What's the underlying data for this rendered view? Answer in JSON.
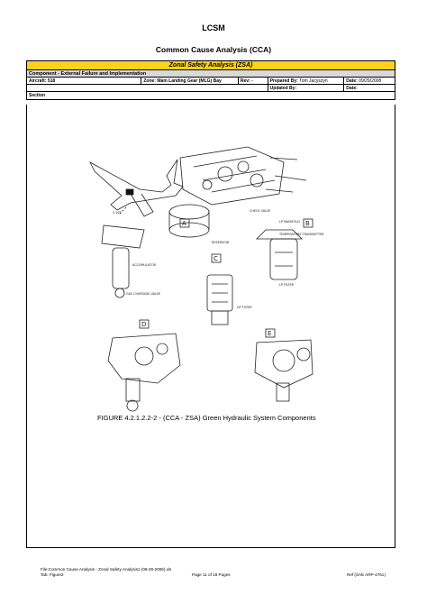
{
  "header": {
    "title": "LCSM",
    "subtitle": "Common Cause Analysis (CCA)"
  },
  "table": {
    "banner": "Zonal Safety Analysis (ZSA)",
    "component": "Component - External Failure and Implementation",
    "aircraft_label": "Aircraft: 518",
    "zone_label": "Zone: Main Landing Gear (MLG) Bay",
    "rev_label": "Rev: -",
    "prepared_label": "Prepared By:",
    "prepared_value": "Tom Jacyszyn",
    "date_label": "Date:",
    "date_value": "09/29/2008",
    "updated_label": "Updated By:",
    "updated_date_label": "Date:",
    "section_label": "Section"
  },
  "figure": {
    "caption": "FIGURE 4.2.1.2.2-2 - (CCA - ZSA) Green Hydraulic System Components",
    "labels": {
      "a": "A",
      "b": "B",
      "c": "C",
      "d": "D",
      "e": "E",
      "accumulator": "ACCUMULATOR",
      "gas_charging_valve": "GAS CHARGING VALVE",
      "reservoir": "RESERVOIR",
      "hp_filter": "HP FILTER",
      "lp_filter": "LP FILTER",
      "check_valve": "CHECK VALVE",
      "lp_manifold": "LP MANIFOLD",
      "temp_transmitter": "TEMPERATURE TRANSMITTER",
      "station": "5.16T"
    }
  },
  "footer": {
    "file": "File:Common Cause Analysis - Zonal Safety Analysis1 (09-29-2006).xls",
    "tab": "Tab: Figure2",
    "page": "Page 11 of 18 Pages",
    "ref": "Ref (SAE ARP-4761)"
  }
}
